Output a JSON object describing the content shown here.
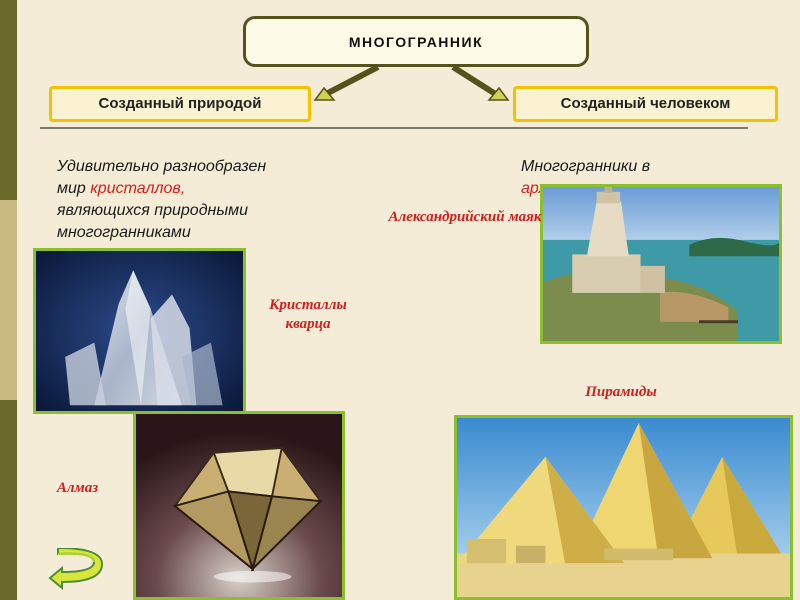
{
  "title": "МНОГОГРАННИК",
  "categories": {
    "natural": "Созданный природой",
    "human": "Созданный человеком"
  },
  "left_text": {
    "line1": "Удивительно разнообразен",
    "line2_prefix": "мир",
    "line2_highlight": "кристаллов,",
    "line3": "являющихся природными",
    "line4": "многогранниками"
  },
  "right_text": {
    "line1": "Многогранники в",
    "line2": "архитектуре"
  },
  "captions": {
    "quartz": "Кристаллы кварца",
    "diamond": "Алмаз",
    "lighthouse": "Александрийский маяк",
    "pyramids": "Пирамиды"
  },
  "colors": {
    "accent_red": "#d62020",
    "title_border": "#56521c",
    "category_border": "#f2c300",
    "photo_border": "#8bbf2d",
    "background": "#f4ecd6"
  },
  "icons": [
    "curved-arrow-icon"
  ]
}
